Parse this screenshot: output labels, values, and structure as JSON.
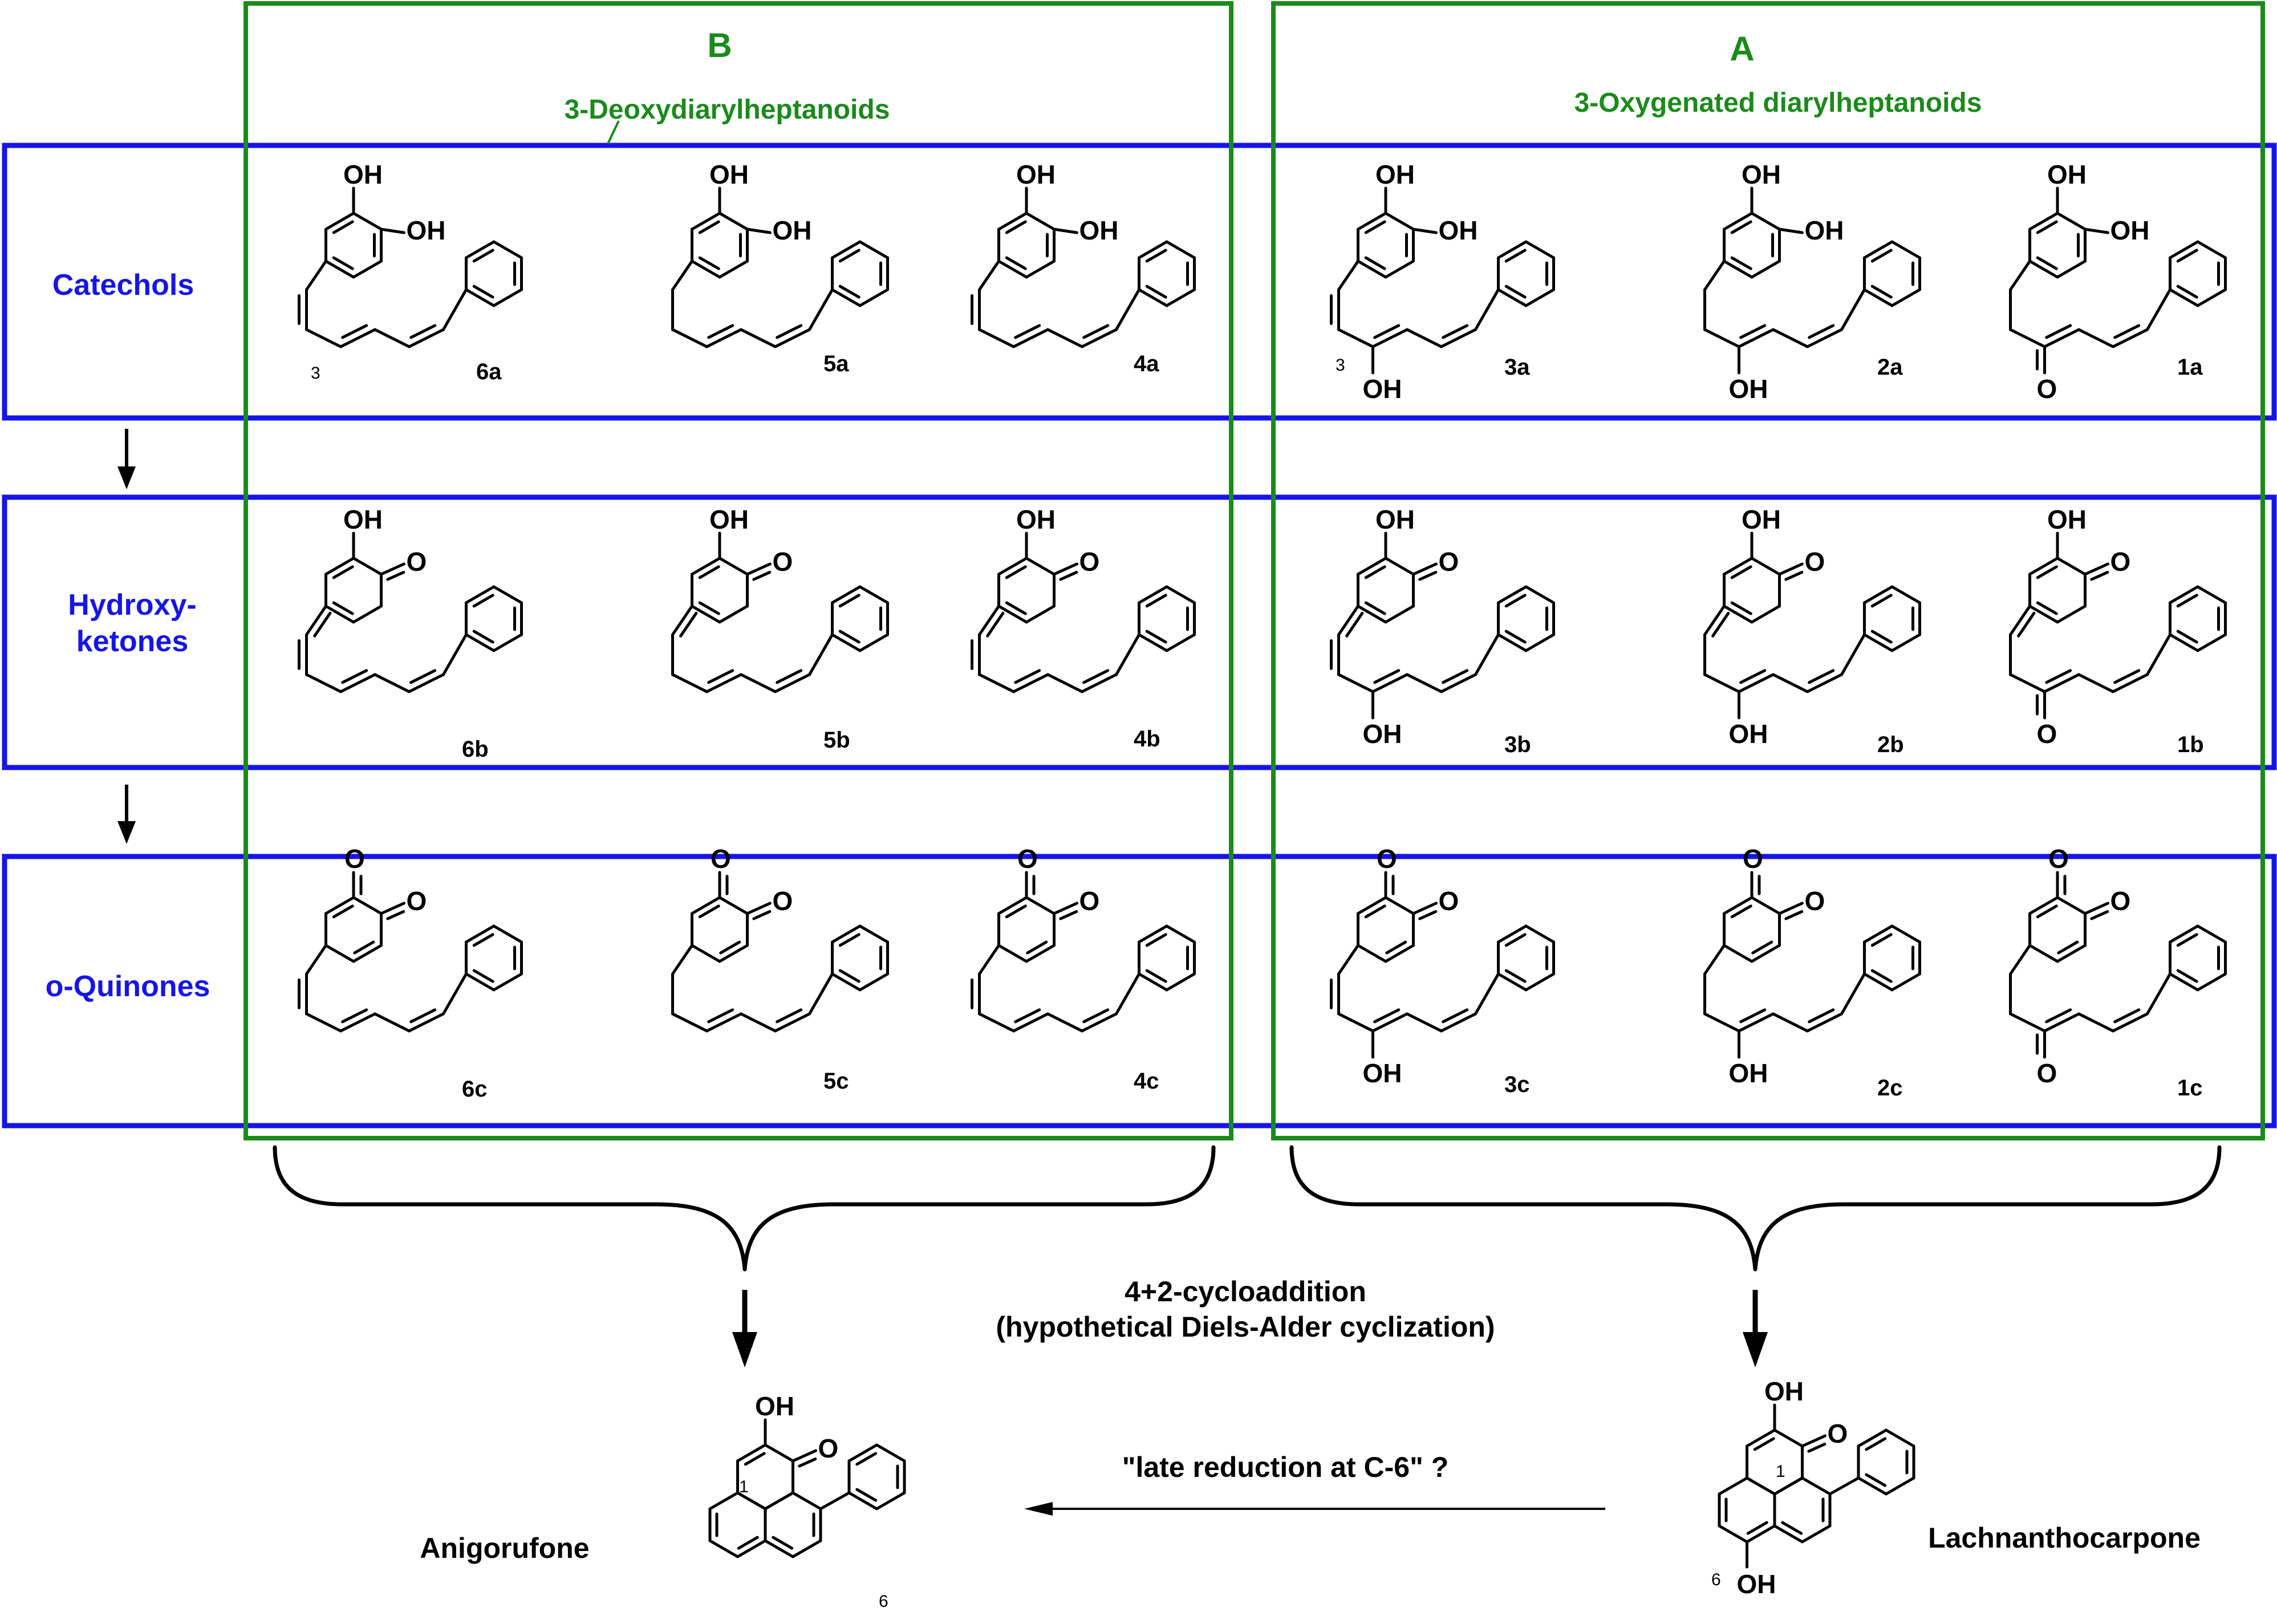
{
  "groups": {
    "b": {
      "letter": "B",
      "title": "3-Deoxydiarylheptanoids",
      "color": "#1b8a1b"
    },
    "a": {
      "letter": "A",
      "title": "3-Oxygenated diarylheptanoids",
      "color": "#1b8a1b"
    }
  },
  "rows": [
    {
      "label": [
        "Catechols"
      ],
      "color": "#1515e8"
    },
    {
      "label": [
        "Hydroxy-",
        "ketones"
      ],
      "color": "#1515e8"
    },
    {
      "label": [
        "o-Quinones"
      ],
      "color": "#1515e8"
    }
  ],
  "compounds": {
    "row1": [
      "6a",
      "5a",
      "4a",
      "3a",
      "2a",
      "1a"
    ],
    "row2": [
      "6b",
      "5b",
      "4b",
      "3b",
      "2b",
      "1b"
    ],
    "row3": [
      "6c",
      "5c",
      "4c",
      "3c",
      "2c",
      "1c"
    ]
  },
  "atoms": {
    "oh": "OH",
    "o": "O"
  },
  "locants": {
    "c3": "3",
    "c1": "1",
    "c6": "6"
  },
  "reaction": {
    "line1": "4+2-cycloaddition",
    "line2": "(hypothetical Diels-Alder cyclization)",
    "late": "\"late reduction at C-6\" ?"
  },
  "products": {
    "left": "Anigorufone",
    "right": "Lachnanthocarpone"
  }
}
